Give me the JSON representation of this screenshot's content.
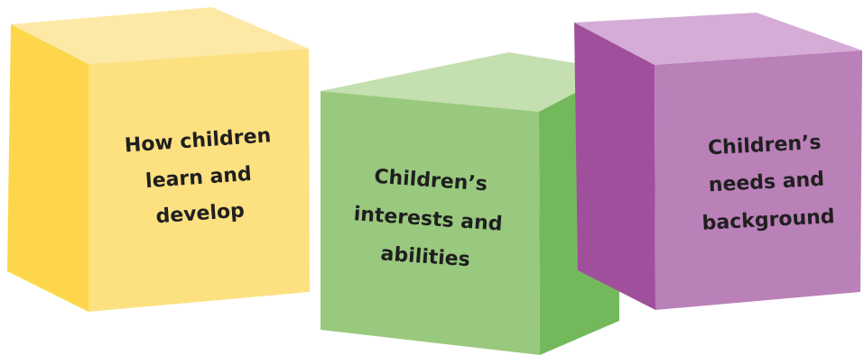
{
  "cubes": [
    {
      "id": "learn-develop",
      "lines": [
        "How children",
        "learn and",
        "develop"
      ],
      "colors": {
        "top": "#fde9a6",
        "left": "#fdd64b",
        "front": "#fde080"
      }
    },
    {
      "id": "interests-abilities",
      "lines": [
        "Children’s",
        "interests and",
        "abilities"
      ],
      "colors": {
        "top": "#c4dfb0",
        "left": "#99c97e",
        "front": "#74b85c"
      }
    },
    {
      "id": "needs-background",
      "lines": [
        "Children’s",
        "needs and",
        "background"
      ],
      "colors": {
        "top": "#d4acd6",
        "left": "#a04f9c",
        "front": "#ba80b8"
      }
    }
  ]
}
